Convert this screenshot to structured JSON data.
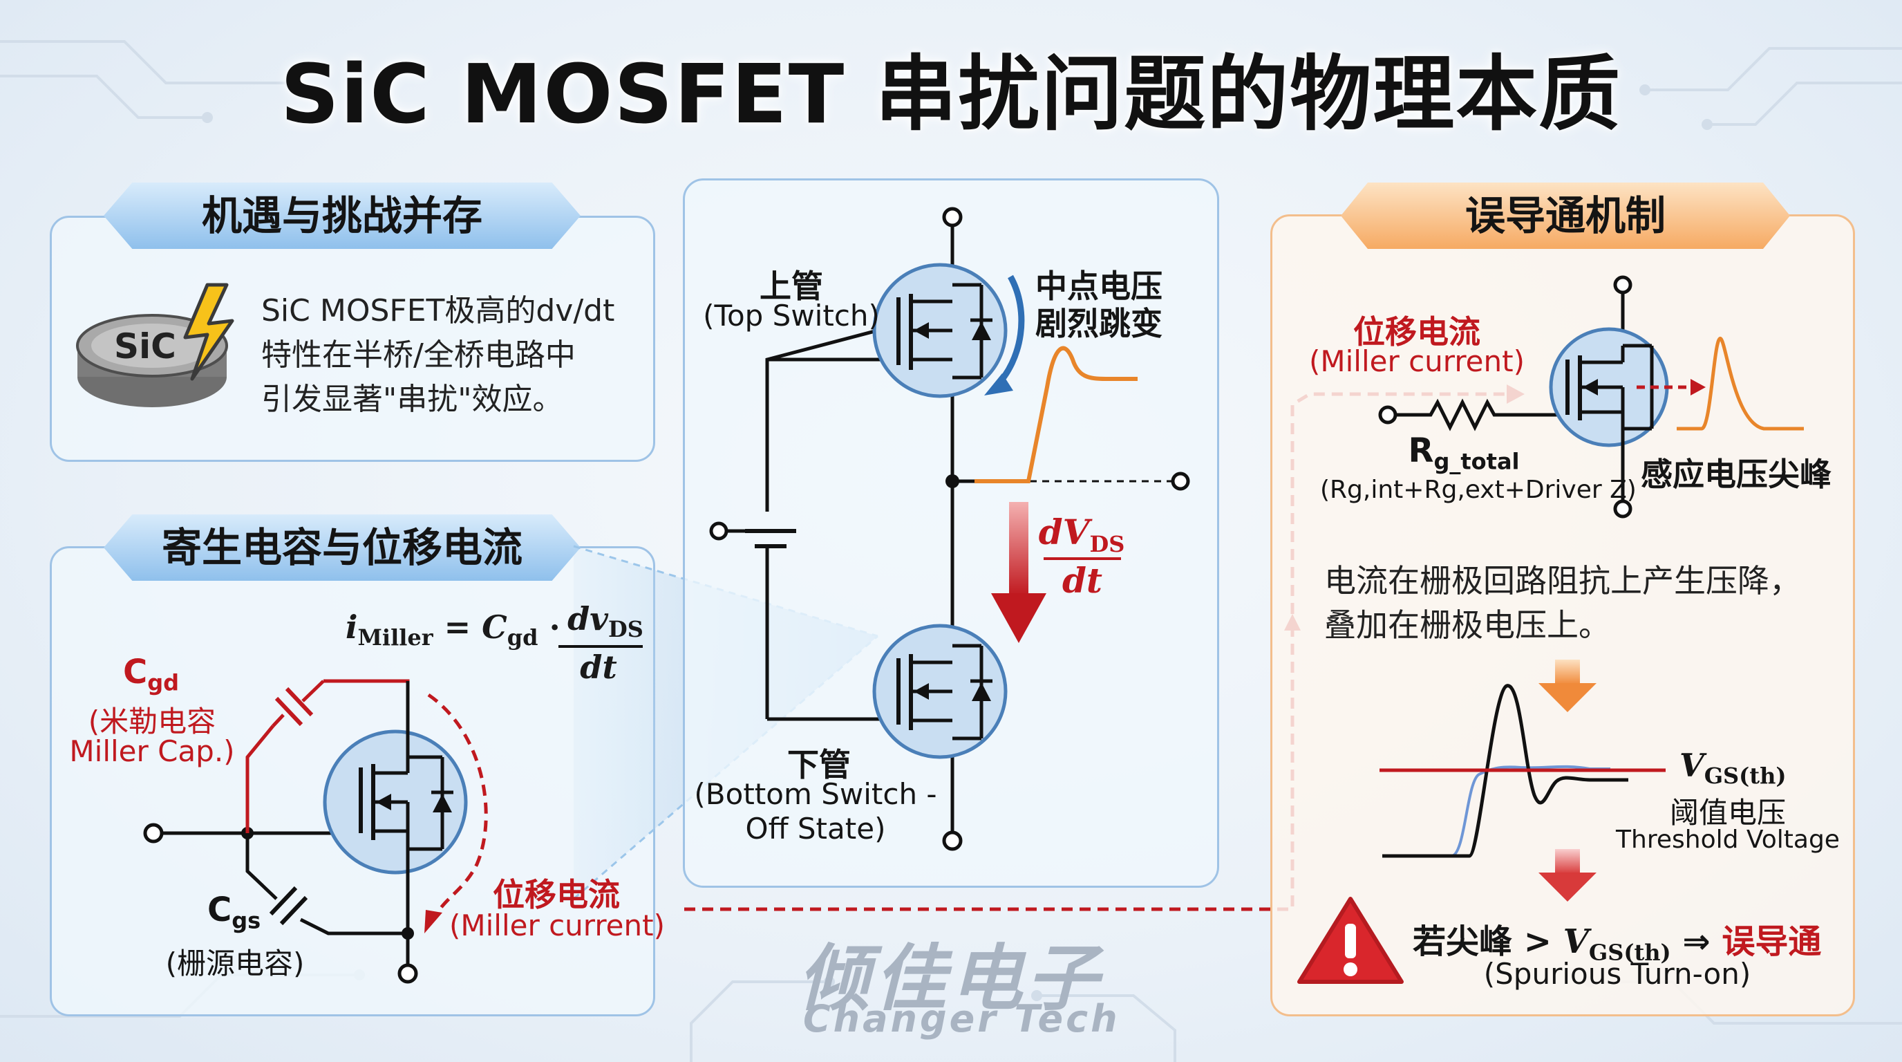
{
  "title": "SiC MOSFET 串扰问题的物理本质",
  "left_top": {
    "heading": "机遇与挑战并存",
    "icon_label": "SiC",
    "text_lines": [
      "SiC MOSFET极高的dv/dt",
      "特性在半桥/全桥电路中",
      "引发显著\"串扰\"效应。"
    ]
  },
  "left_bottom": {
    "heading": "寄生电容与位移电流",
    "eq_lhs_symbol": "i",
    "eq_lhs_sub": "Miller",
    "eq_mid_symbol": "C",
    "eq_mid_sub": "gd",
    "eq_num_symbol": "dv",
    "eq_num_sub": "DS",
    "eq_den": "dt",
    "cgd_label": "C",
    "cgd_sub": "gd",
    "cgd_desc_cn": "(米勒电容",
    "cgd_desc_en": "Miller Cap.)",
    "cgs_label": "C",
    "cgs_sub": "gs",
    "cgs_desc": "(栅源电容)",
    "current_cn": "位移电流",
    "current_en": "(Miller current)"
  },
  "center": {
    "top_cn": "上管",
    "top_en": "(Top Switch)",
    "mid_cn_1": "中点电压",
    "mid_cn_2": "剧烈跳变",
    "dv_num_symbol": "dV",
    "dv_num_sub": "DS",
    "dv_den": "dt",
    "bottom_cn": "下管",
    "bottom_en_1": "(Bottom Switch -",
    "bottom_en_2": "Off State)"
  },
  "right": {
    "heading": "误导通机制",
    "current_cn": "位移电流",
    "current_en": "(Miller current)",
    "rg_main": "R",
    "rg_sub": "g_total",
    "rg_detail": "(Rg,int+Rg,ext+Driver Z)",
    "spike_label": "感应电压尖峰",
    "explain_1": "电流在栅极回路阻抗上产生压降，",
    "explain_2": "叠加在栅极电压上。",
    "vth_symbol": "V",
    "vth_sub": "GS(th)",
    "vth_cn": "阈值电压",
    "vth_en": "Threshold Voltage",
    "cond_cn": "若尖峰 >",
    "cond_symbol": "V",
    "cond_sub": "GS(th)",
    "cond_arrow": "⇒",
    "cond_result": "误导通",
    "cond_en": "(Spurious Turn-on)"
  },
  "watermark": {
    "cn": "倾佳电子",
    "en": "Changer Tech"
  },
  "colors": {
    "red": "#c0191f",
    "orange": "#e8852a",
    "blue_panel": "#9fc3e6",
    "orange_panel": "#f3be8c",
    "mosfet_fill": "#c9def2",
    "mosfet_stroke": "#4a7fb8"
  },
  "icons": [
    "sic-chip-icon",
    "lightning-icon",
    "warning-icon",
    "mosfet-symbol",
    "capacitor-symbol",
    "resistor-symbol",
    "battery-symbol"
  ]
}
